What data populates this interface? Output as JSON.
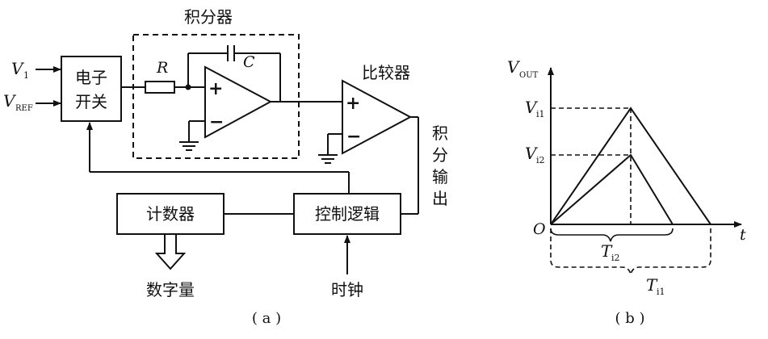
{
  "panel_a": {
    "caption": "( a )",
    "blocks": {
      "switch_line1": "电子",
      "switch_line2": "开关",
      "integrator_title": "积分器",
      "comparator_title": "比较器",
      "counter": "计数器",
      "control_logic": "控制逻辑"
    },
    "inputs": {
      "v1_main": "V",
      "v1_sub": "1",
      "vref_main": "V",
      "vref_sub": "REF"
    },
    "components": {
      "resistor": "R",
      "capacitor": "C",
      "plus": "+",
      "minus": "−"
    },
    "signals": {
      "integral_output": [
        "积",
        "分",
        "输",
        "出"
      ],
      "digital_output": "数字量",
      "clock": "时钟"
    }
  },
  "panel_b": {
    "caption": "( b )",
    "labels": {
      "y_main": "V",
      "y_sub": "OUT",
      "x_axis": "t",
      "origin": "O",
      "vi1_main": "V",
      "vi1_sub": "i1",
      "vi2_main": "V",
      "vi2_sub": "i2",
      "ti1_main": "T",
      "ti1_sub": "i1",
      "ti2_main": "T",
      "ti2_sub": "i2"
    }
  }
}
